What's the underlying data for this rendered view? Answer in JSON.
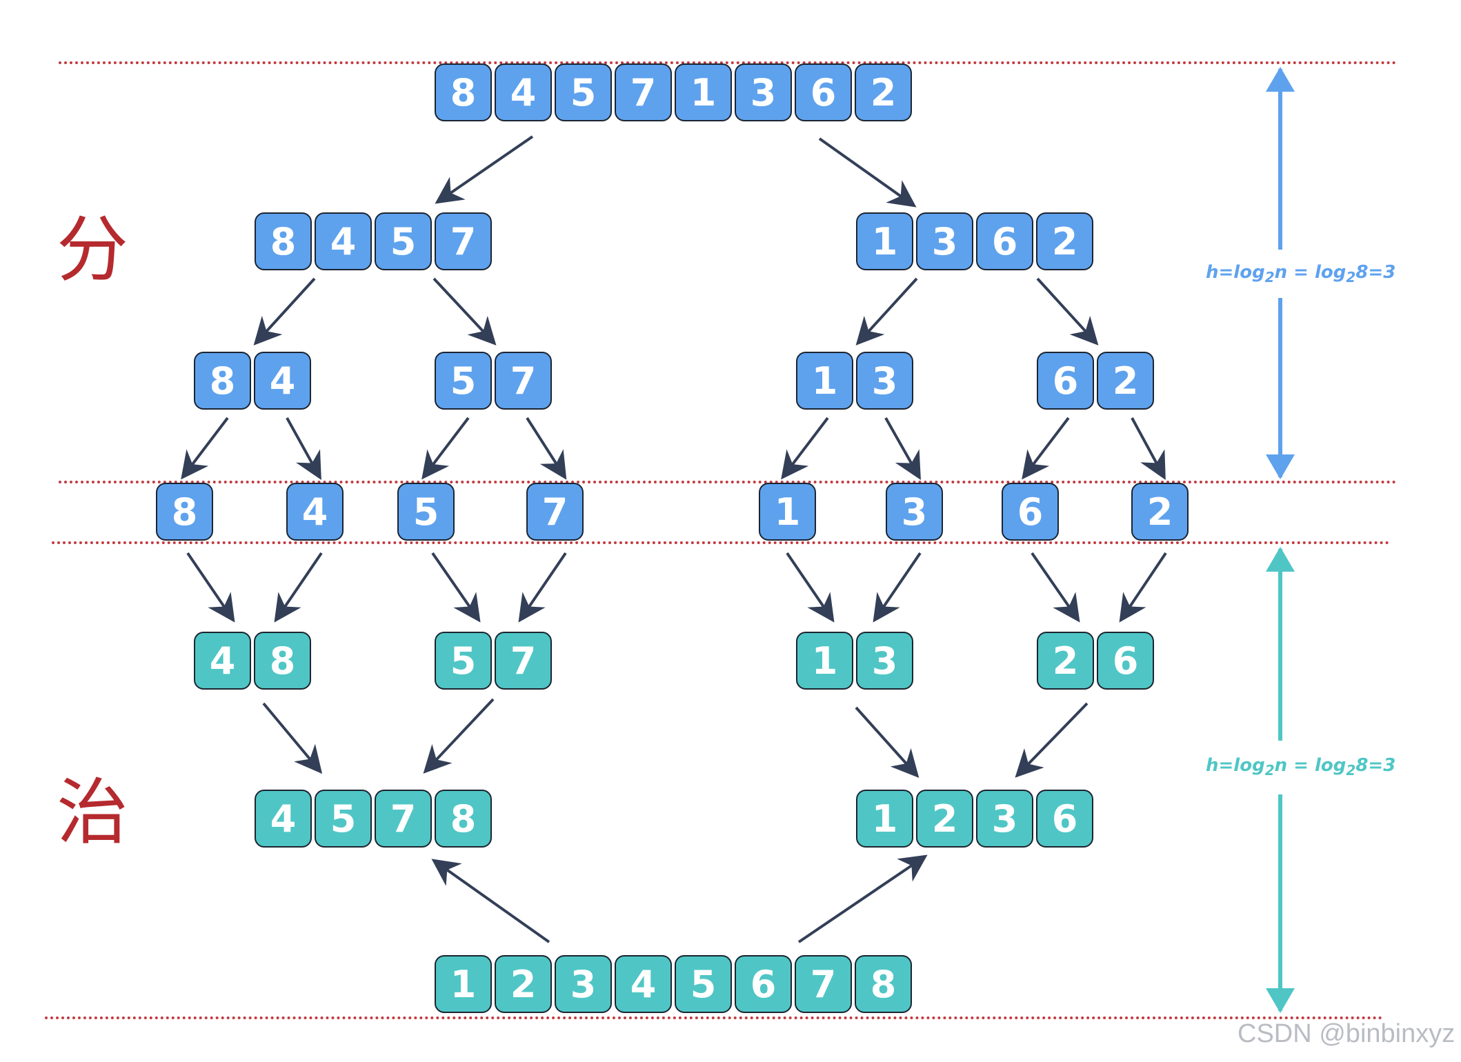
{
  "colors": {
    "divide_blue": "#5ea2ee",
    "merge_teal": "#4fc6c5",
    "arrow": "#333f57",
    "separator": "#c2393f",
    "label_red": "#b52a2e"
  },
  "labels": {
    "divide": "分",
    "conquer": "治",
    "height_divide": {
      "pre": "h=log",
      "sub1": "2",
      "mid": "n = log",
      "sub2": "2",
      "post": "8=3"
    },
    "height_conquer": {
      "pre": "h=log",
      "sub1": "2",
      "mid": "n = log",
      "sub2": "2",
      "post": "8=3"
    },
    "watermark": "CSDN @binbinxyz"
  },
  "divide_levels": {
    "level0": [
      [
        "8",
        "4",
        "5",
        "7",
        "1",
        "3",
        "6",
        "2"
      ]
    ],
    "level1": [
      [
        "8",
        "4",
        "5",
        "7"
      ],
      [
        "1",
        "3",
        "6",
        "2"
      ]
    ],
    "level2": [
      [
        "8",
        "4"
      ],
      [
        "5",
        "7"
      ],
      [
        "1",
        "3"
      ],
      [
        "6",
        "2"
      ]
    ],
    "level3": [
      [
        "8"
      ],
      [
        "4"
      ],
      [
        "5"
      ],
      [
        "7"
      ],
      [
        "1"
      ],
      [
        "3"
      ],
      [
        "6"
      ],
      [
        "2"
      ]
    ]
  },
  "merge_levels": {
    "level1": [
      [
        "4",
        "8"
      ],
      [
        "5",
        "7"
      ],
      [
        "1",
        "3"
      ],
      [
        "2",
        "6"
      ]
    ],
    "level2": [
      [
        "4",
        "5",
        "7",
        "8"
      ],
      [
        "1",
        "2",
        "3",
        "6"
      ]
    ],
    "level3": [
      [
        "1",
        "2",
        "3",
        "4",
        "5",
        "6",
        "7",
        "8"
      ]
    ]
  }
}
